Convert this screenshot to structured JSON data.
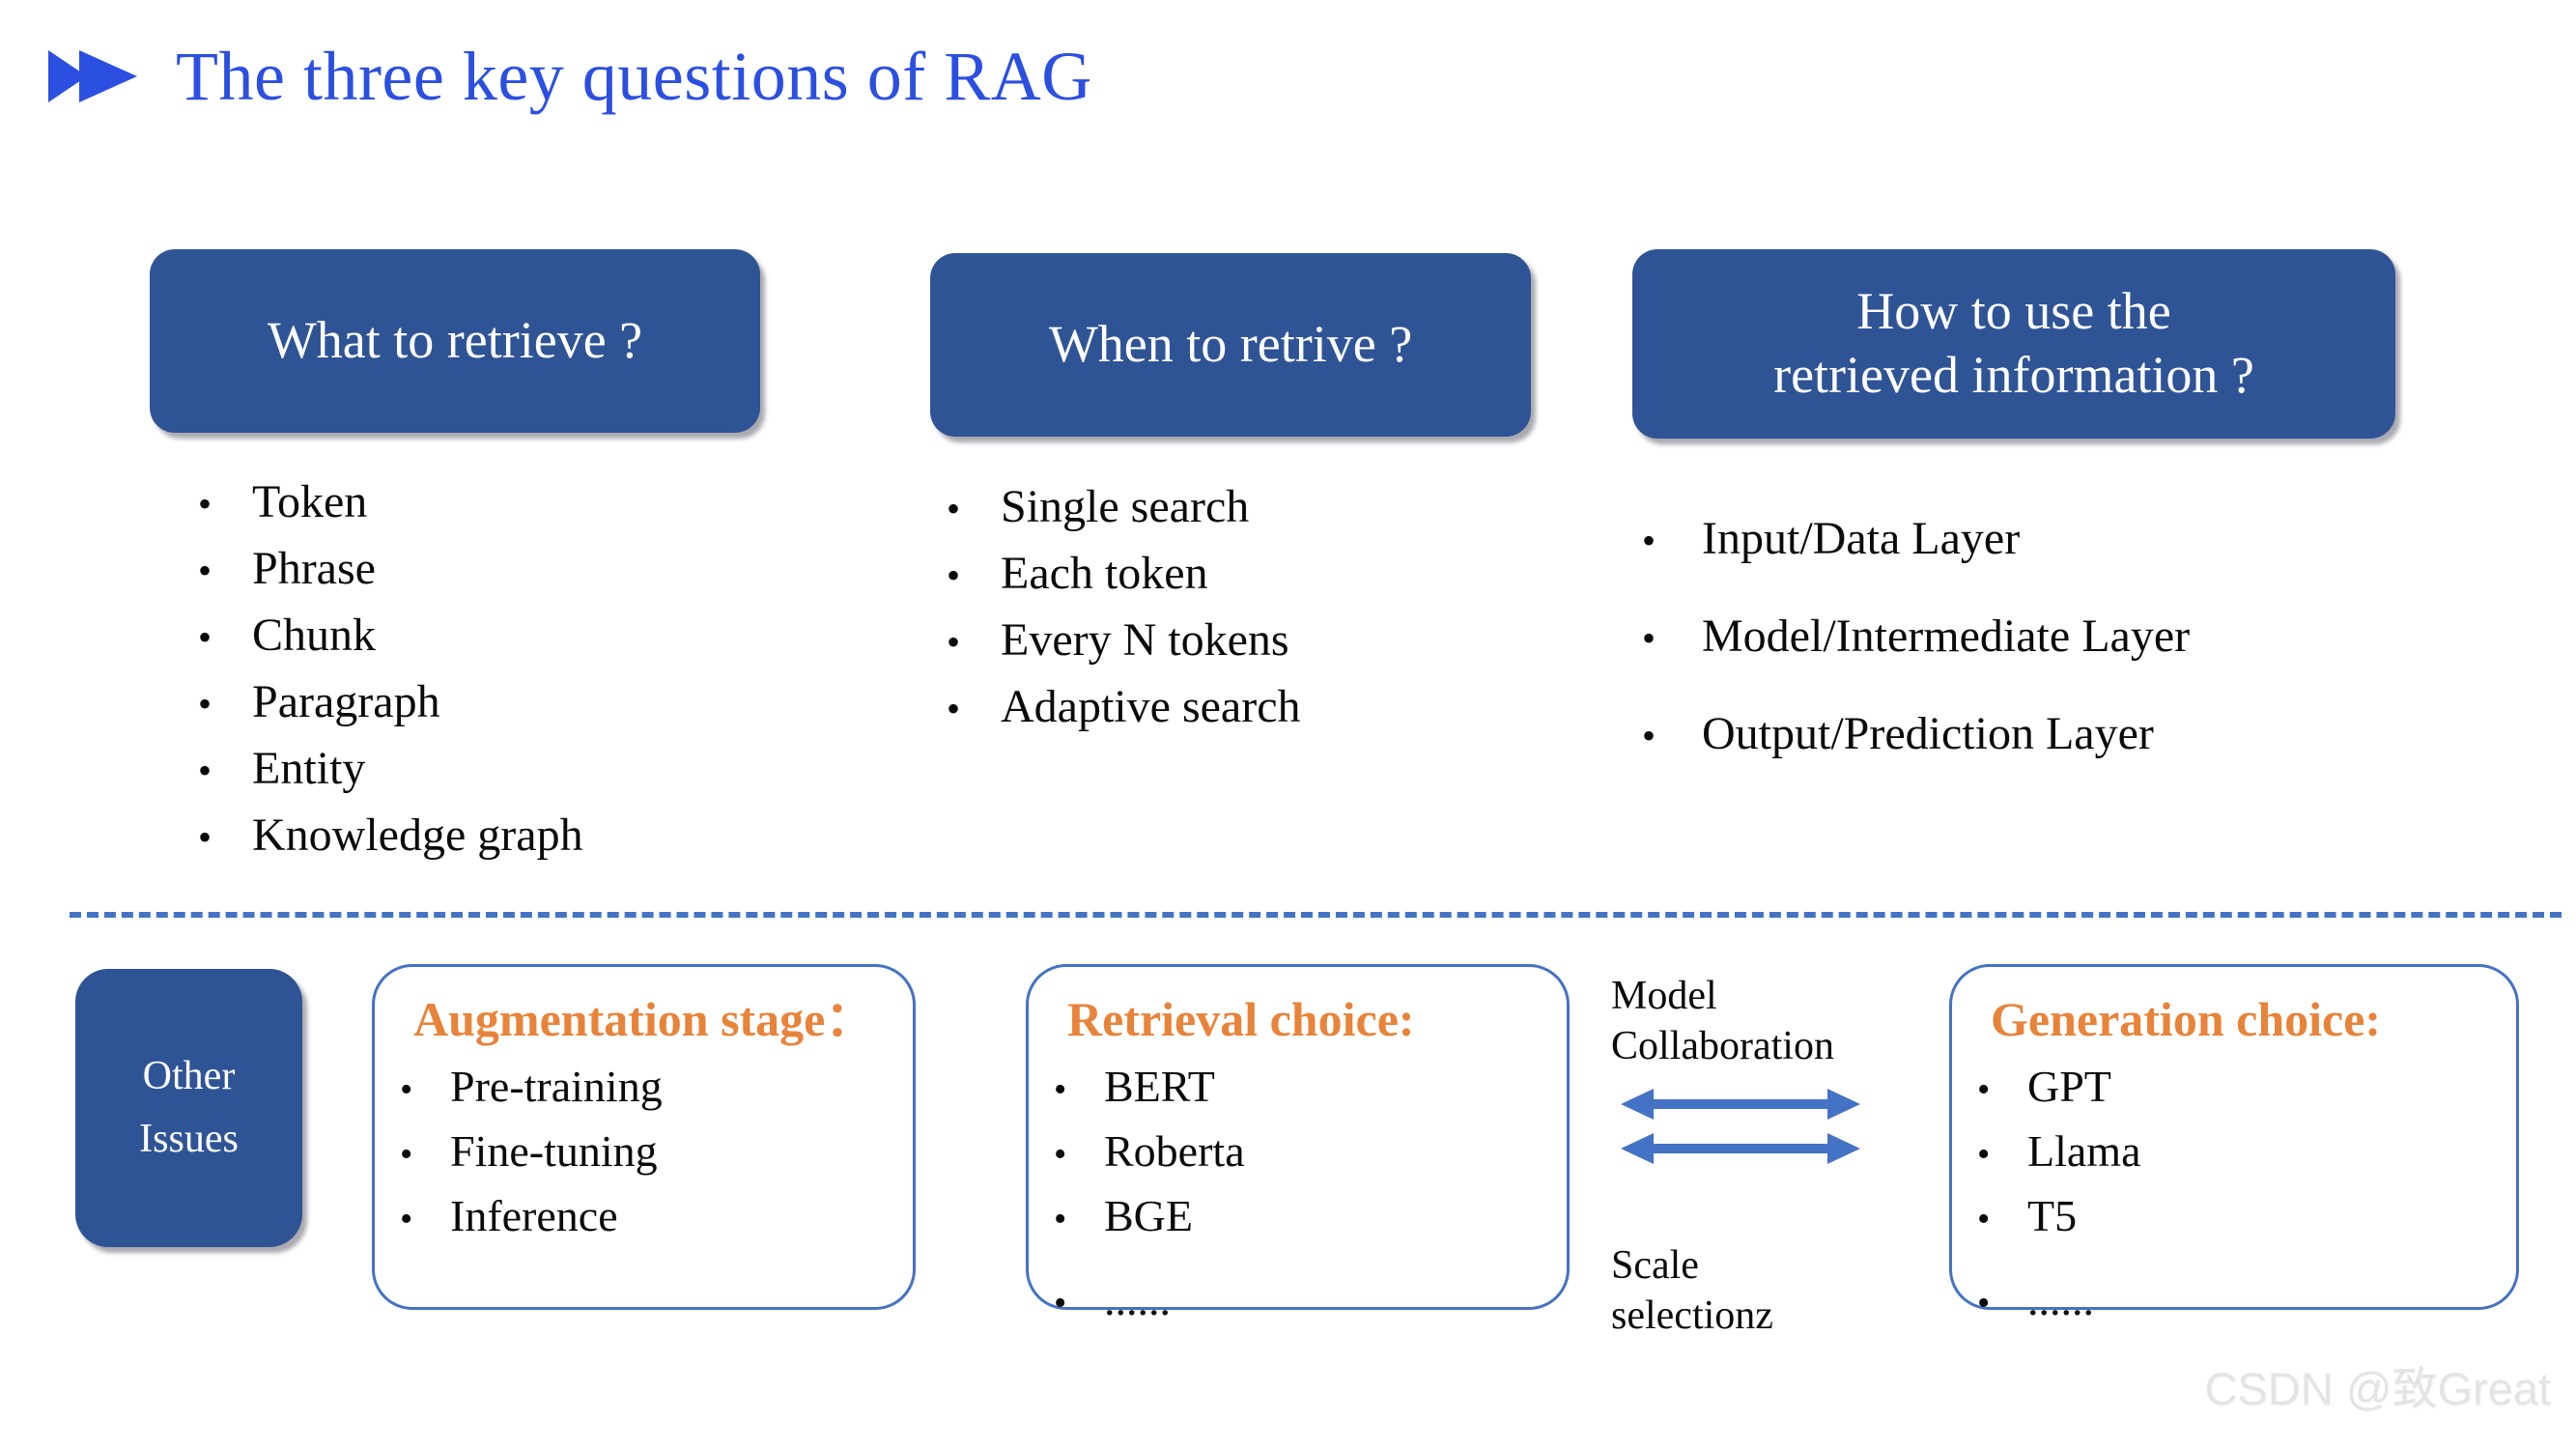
{
  "slide": {
    "title": "The three key questions of  RAG",
    "title_bullet_icon": "double-chevron-right-icon",
    "colors": {
      "title_blue": "#2B4FE0",
      "box_navy": "#2F5496",
      "card_border_blue": "#4472C4",
      "divider_blue": "#4573C4",
      "accent_orange": "#E8833A",
      "watermark_gray": "#E4E4E4"
    }
  },
  "questions": [
    {
      "id": "what-to-retrieve",
      "heading": "What to retrieve ?",
      "heading_lines": [
        "What to retrieve ?"
      ],
      "items": [
        "Token",
        "Phrase",
        "Chunk",
        "Paragraph",
        "Entity",
        "Knowledge graph"
      ]
    },
    {
      "id": "when-to-retrive",
      "heading": "When to retrive ?",
      "heading_lines": [
        "When to retrive ?"
      ],
      "items": [
        "Single search",
        "Each token",
        "Every N tokens",
        "Adaptive search"
      ]
    },
    {
      "id": "how-to-use-retrieved-information",
      "heading": "How to use the retrieved information ?",
      "heading_lines": [
        "How to use the",
        "retrieved information ?"
      ],
      "items": [
        "Input/Data Layer",
        "Model/Intermediate Layer",
        "Output/Prediction Layer"
      ]
    }
  ],
  "bullet_glyph": "•",
  "other_issues": {
    "line1": "Other",
    "line2": "Issues"
  },
  "cards": [
    {
      "id": "augmentation-stage",
      "title": "Augmentation stage：",
      "items": [
        "Pre-training",
        "Fine-tuning",
        "Inference"
      ]
    },
    {
      "id": "retrieval-choice",
      "title": "Retrieval choice:",
      "items": [
        "BERT",
        "Roberta",
        "BGE"
      ],
      "trailing_item": "......"
    },
    {
      "id": "generation-choice",
      "title": "Generation choice:",
      "items": [
        "GPT",
        "Llama",
        "T5"
      ],
      "trailing_item": "......"
    }
  ],
  "collaboration": {
    "top_label_line1": "Model",
    "top_label_line2": "Collaboration",
    "bottom_label_line1": "Scale",
    "bottom_label_line2": "selectionz",
    "arrow_icon": "double-headed-arrow-icon",
    "arrow_count": 2
  },
  "watermark": "CSDN @致Great"
}
